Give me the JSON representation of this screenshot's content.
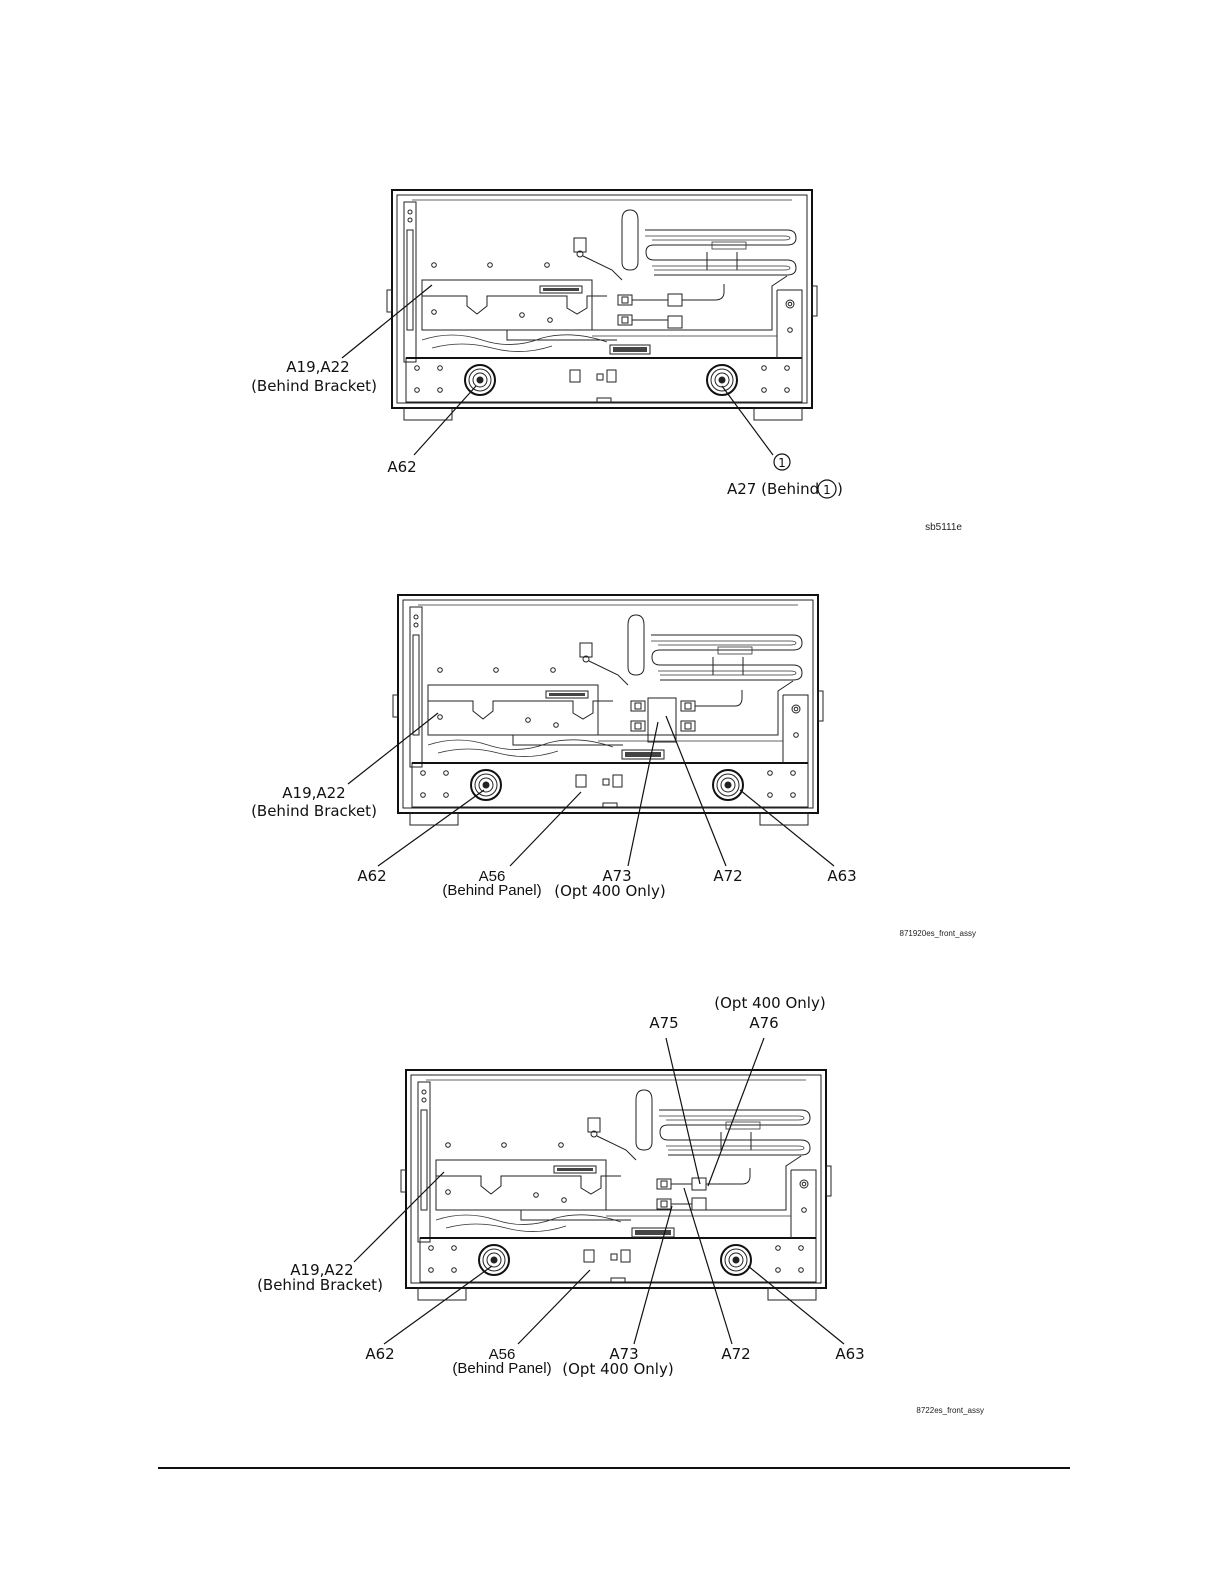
{
  "figure1": {
    "labels": {
      "a19_a22": "A19,A22",
      "behind_bracket": "(Behind Bracket)",
      "a62": "A62",
      "callout_1": "1",
      "a27_text": "A27  (Behind",
      "a27_close": ")"
    },
    "figure_id": "sb5111e"
  },
  "figure2": {
    "labels": {
      "a19_a22": "A19,A22",
      "behind_bracket": "(Behind Bracket)",
      "a62": "A62",
      "a56": "A56",
      "behind_panel": "(Behind Panel)",
      "a73": "A73",
      "opt400": "(Opt  400  Only)",
      "a72": "A72",
      "a63": "A63"
    },
    "figure_id": "871920es_front_assy"
  },
  "figure3": {
    "labels": {
      "opt400_top": "(Opt  400  Only)",
      "a75": "A75",
      "a76": "A76",
      "a19_a22": "A19,A22",
      "behind_bracket": "(Behind Bracket)",
      "a62": "A62",
      "a56": "A56",
      "behind_panel": "(Behind Panel)",
      "a73": "A73",
      "opt400": "(Opt  400  Only)",
      "a72": "A72",
      "a63": "A63"
    },
    "figure_id": "8722es_front_assy"
  }
}
